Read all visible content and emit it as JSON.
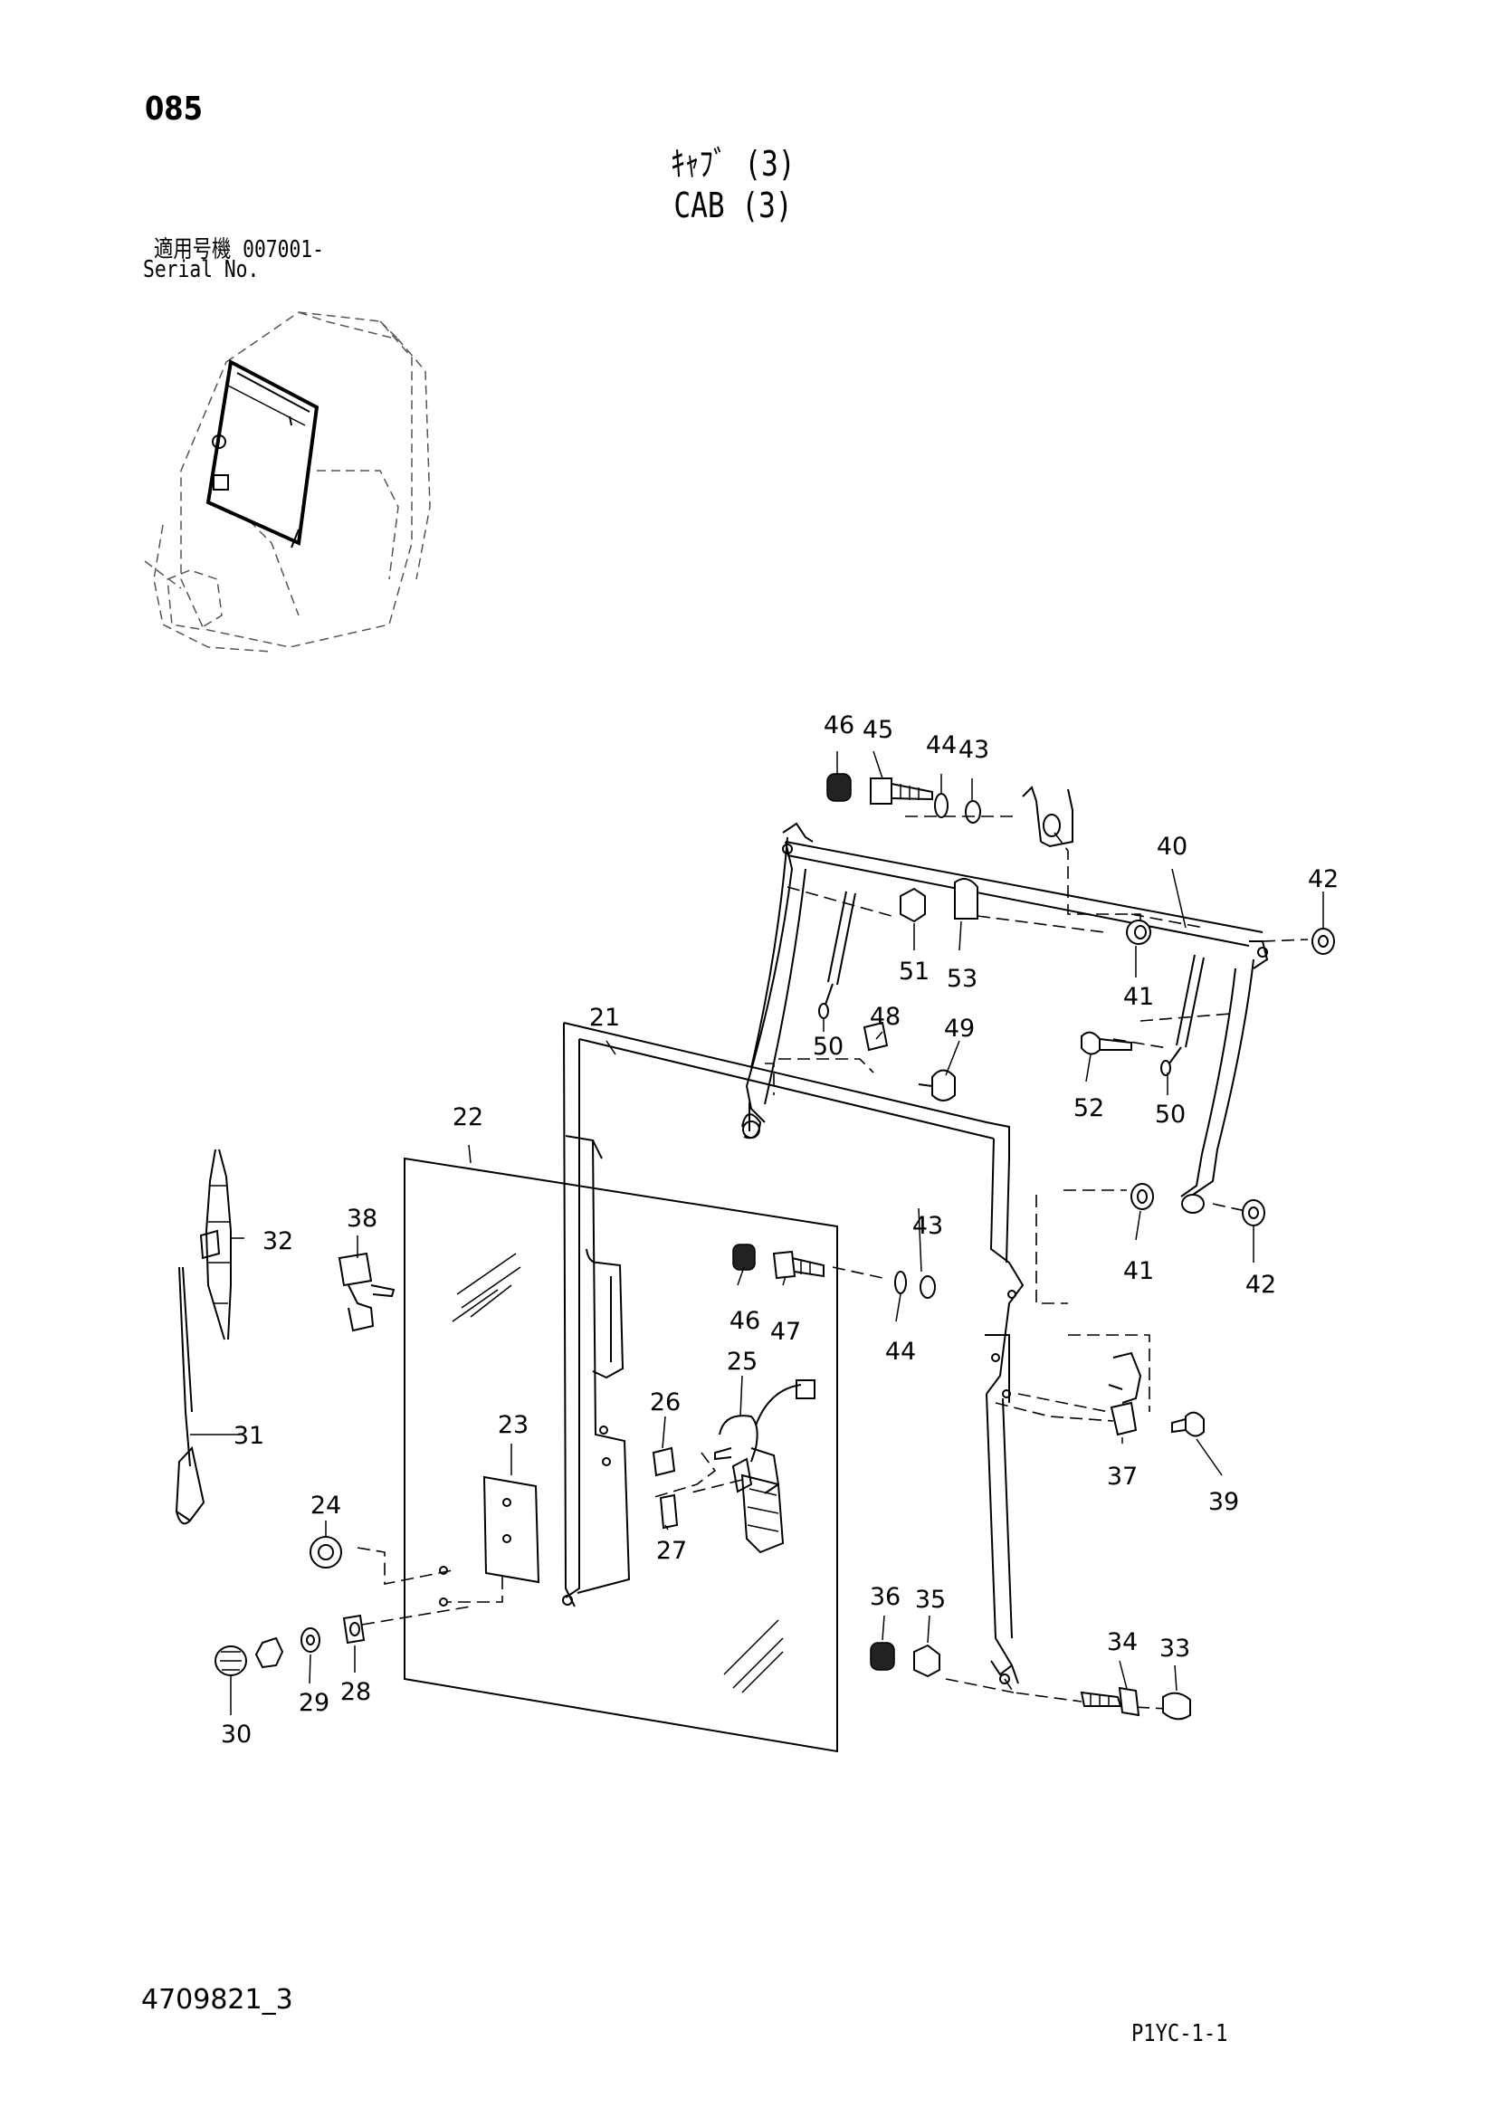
{
  "header": {
    "page_number": "085",
    "title_jp": "ｷｬﾌﾞ (3)",
    "title_en": "CAB (3)",
    "serial_label_jp": "適用号機 007001-",
    "serial_label_en": "Serial No."
  },
  "footer": {
    "document_number": "4709821_3",
    "sheet_code": "P1YC-1-1"
  },
  "callouts": {
    "c21": "21",
    "c22": "22",
    "c23": "23",
    "c24": "24",
    "c25": "25",
    "c26": "26",
    "c27": "27",
    "c28": "28",
    "c29": "29",
    "c30": "30",
    "c31": "31",
    "c32": "32",
    "c33": "33",
    "c34": "34",
    "c35": "35",
    "c36": "36",
    "c37": "37",
    "c38": "38",
    "c39": "39",
    "c40": "40",
    "c41a": "41",
    "c41b": "41",
    "c42a": "42",
    "c42b": "42",
    "c43a": "43",
    "c43b": "43",
    "c44a": "44",
    "c44b": "44",
    "c45": "45",
    "c46a": "46",
    "c46b": "46",
    "c47": "47",
    "c48": "48",
    "c49": "49",
    "c50a": "50",
    "c50b": "50",
    "c51": "51",
    "c52": "52",
    "c53": "53"
  }
}
